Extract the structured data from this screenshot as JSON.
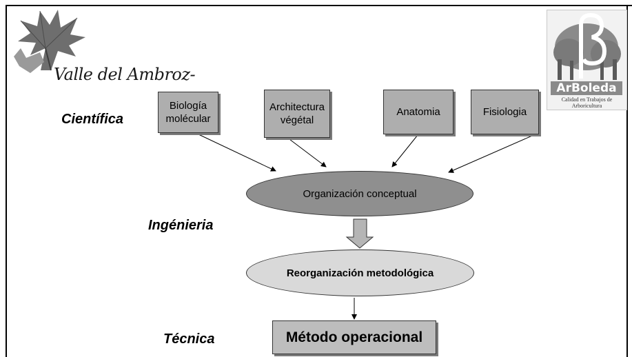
{
  "logos": {
    "left": {
      "name": "Valle del Ambroz-",
      "icon": "oak-leaf-icon"
    },
    "right": {
      "name": "ArBoleda",
      "tagline": "Calidad en Trabajos de Arboricultura",
      "icon": "beta-tree-icon"
    }
  },
  "levels": {
    "scientific": "Científica",
    "engineering": "Ingénieria",
    "technical": "Técnica"
  },
  "diagram": {
    "sources": [
      {
        "label": "Biología molécular"
      },
      {
        "label": "Architectura végétal"
      },
      {
        "label": "Anatomia"
      },
      {
        "label": "Fisiologia"
      }
    ],
    "conceptual": "Organización conceptual",
    "methodological": "Reorganización metodológica",
    "operational": "Método operacional"
  },
  "colors": {
    "box_fill": "#aeaeae",
    "conceptual_fill": "#8f8f8f",
    "methodological_fill": "#d9d9d9",
    "operational_fill": "#bdbdbd",
    "arrow": "#000000"
  }
}
